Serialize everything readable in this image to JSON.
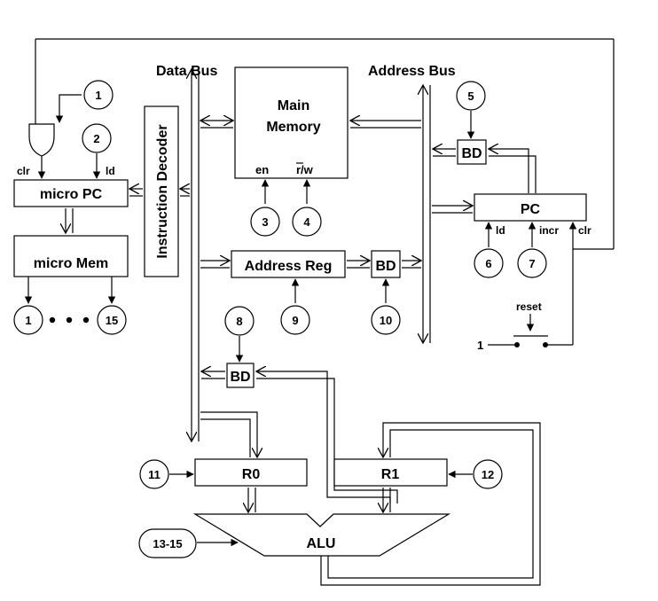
{
  "labels": {
    "data_bus": "Data Bus",
    "address_bus": "Address Bus",
    "main_memory_line1": "Main",
    "main_memory_line2": "Memory",
    "en": "en",
    "rw": "r/w",
    "instruction_decoder": "Instruction Decoder",
    "micro_pc": "micro PC",
    "micro_mem": "micro Mem",
    "clr": "clr",
    "ld": "ld",
    "incr": "incr",
    "pc": "PC",
    "address_reg": "Address Reg",
    "bd": "BD",
    "reset": "reset",
    "one": "1",
    "r0": "R0",
    "r1": "R1",
    "alu": "ALU",
    "dots": "• • •"
  },
  "signals": {
    "s1": "1",
    "s2": "2",
    "s3": "3",
    "s4": "4",
    "s5": "5",
    "s6": "6",
    "s7": "7",
    "s8": "8",
    "s9": "9",
    "s10": "10",
    "s11": "11",
    "s12": "12",
    "s13_15": "13-15",
    "out1": "1",
    "out15": "15"
  }
}
